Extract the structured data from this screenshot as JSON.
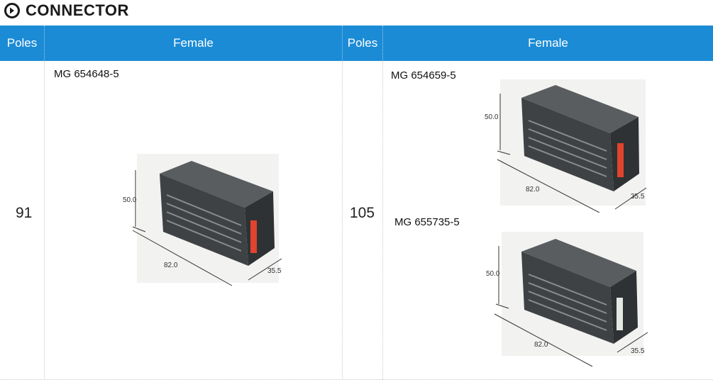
{
  "heading": {
    "icon": "arrow-circle-right-icon",
    "title": "CONNECTOR"
  },
  "colors": {
    "header_bg": "#1b8bd6",
    "header_text": "#ffffff",
    "latch_red": "#e0432e",
    "latch_white": "#e4e8e2",
    "housing": "#3f4245"
  },
  "table": {
    "columns": [
      "Poles",
      "Female",
      "Poles",
      "Female"
    ],
    "rows": [
      {
        "poles": "91",
        "items": [
          {
            "part": "MG 654648-5",
            "dims": {
              "height": "50.0",
              "length": "82.0",
              "width": "35.5"
            }
          }
        ]
      },
      {
        "poles": "105",
        "items": [
          {
            "part": "MG 654659-5",
            "dims": {
              "height": "50.0",
              "length": "82.0",
              "width": "35.5"
            }
          },
          {
            "part": "MG 655735-5",
            "dims": {
              "height": "50.0",
              "length": "82.0",
              "width": "35.5"
            }
          }
        ]
      }
    ]
  }
}
